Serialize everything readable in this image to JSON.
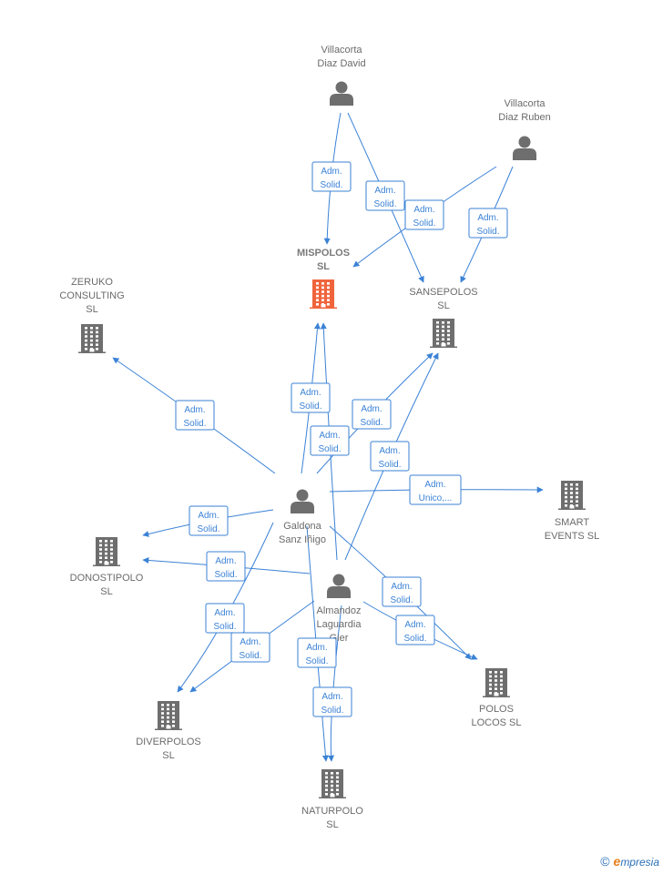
{
  "nodes": [
    {
      "id": "villacorta-david",
      "type": "person",
      "label": [
        "Villacorta",
        "Diaz David"
      ]
    },
    {
      "id": "villacorta-ruben",
      "type": "person",
      "label": [
        "Villacorta",
        "Diaz Ruben"
      ]
    },
    {
      "id": "mispolos",
      "type": "company",
      "main": true,
      "label": [
        "MISPOLOS",
        "SL"
      ]
    },
    {
      "id": "sansepolos",
      "type": "company",
      "label": [
        "SANSEPOLOS",
        "SL"
      ]
    },
    {
      "id": "zeruko",
      "type": "company",
      "label": [
        "ZERUKO",
        "CONSULTING",
        "SL"
      ]
    },
    {
      "id": "galdona",
      "type": "person",
      "label": [
        "Galdona",
        "Sanz Iñigo"
      ]
    },
    {
      "id": "smart-events",
      "type": "company",
      "label": [
        "SMART",
        "EVENTS SL"
      ]
    },
    {
      "id": "donostipolo",
      "type": "company",
      "label": [
        "DONOSTIPOLO",
        "SL"
      ]
    },
    {
      "id": "almandoz",
      "type": "person",
      "label": [
        "Almandoz",
        "Laguardia",
        "Gier"
      ]
    },
    {
      "id": "diverpolos",
      "type": "company",
      "label": [
        "DIVERPOLOS",
        "SL"
      ]
    },
    {
      "id": "polos-locos",
      "type": "company",
      "label": [
        "POLOS",
        "LOCOS  SL"
      ]
    },
    {
      "id": "naturpolo",
      "type": "company",
      "label": [
        "NATURPOLO",
        "SL"
      ]
    }
  ],
  "relations": [
    {
      "from": "villacorta-david",
      "to": "mispolos",
      "label": [
        "Adm.",
        "Solid."
      ]
    },
    {
      "from": "villacorta-david",
      "to": "sansepolos",
      "label": [
        "Adm.",
        "Solid."
      ]
    },
    {
      "from": "villacorta-ruben",
      "to": "mispolos",
      "label": [
        "Adm.",
        "Solid."
      ]
    },
    {
      "from": "villacorta-ruben",
      "to": "sansepolos",
      "label": [
        "Adm.",
        "Solid."
      ]
    },
    {
      "from": "galdona",
      "to": "zeruko",
      "label": [
        "Adm.",
        "Solid."
      ]
    },
    {
      "from": "galdona",
      "to": "mispolos",
      "label": [
        "Adm.",
        "Solid."
      ]
    },
    {
      "from": "almandoz",
      "to": "mispolos",
      "label": [
        "Adm.",
        "Solid."
      ]
    },
    {
      "from": "galdona",
      "to": "sansepolos",
      "label": [
        "Adm.",
        "Solid."
      ]
    },
    {
      "from": "almandoz",
      "to": "sansepolos",
      "label": [
        "Adm.",
        "Solid."
      ]
    },
    {
      "from": "galdona",
      "to": "smart-events",
      "label": [
        "Adm.",
        "Unico,..."
      ]
    },
    {
      "from": "galdona",
      "to": "donostipolo",
      "label": [
        "Adm.",
        "Solid."
      ]
    },
    {
      "from": "almandoz",
      "to": "donostipolo",
      "label": [
        "Adm.",
        "Solid."
      ]
    },
    {
      "from": "galdona",
      "to": "diverpolos",
      "label": [
        "Adm.",
        "Solid."
      ]
    },
    {
      "from": "almandoz",
      "to": "diverpolos",
      "label": [
        "Adm.",
        "Solid."
      ]
    },
    {
      "from": "galdona",
      "to": "polos-locos",
      "label": [
        "Adm.",
        "Solid."
      ]
    },
    {
      "from": "almandoz",
      "to": "polos-locos",
      "label": [
        "Adm.",
        "Solid."
      ]
    },
    {
      "from": "galdona",
      "to": "naturpolo",
      "label": [
        "Adm.",
        "Solid."
      ]
    },
    {
      "from": "almandoz",
      "to": "naturpolo",
      "label": [
        "Adm.",
        "Solid."
      ]
    }
  ],
  "colors": {
    "edge": "#3b82d6",
    "node": "#6e6e6e",
    "main_node": "#f0643c",
    "label": "#6b6b6b"
  },
  "footer": {
    "copyright": "©",
    "brand_first": "e",
    "brand_rest": "mpresia"
  }
}
